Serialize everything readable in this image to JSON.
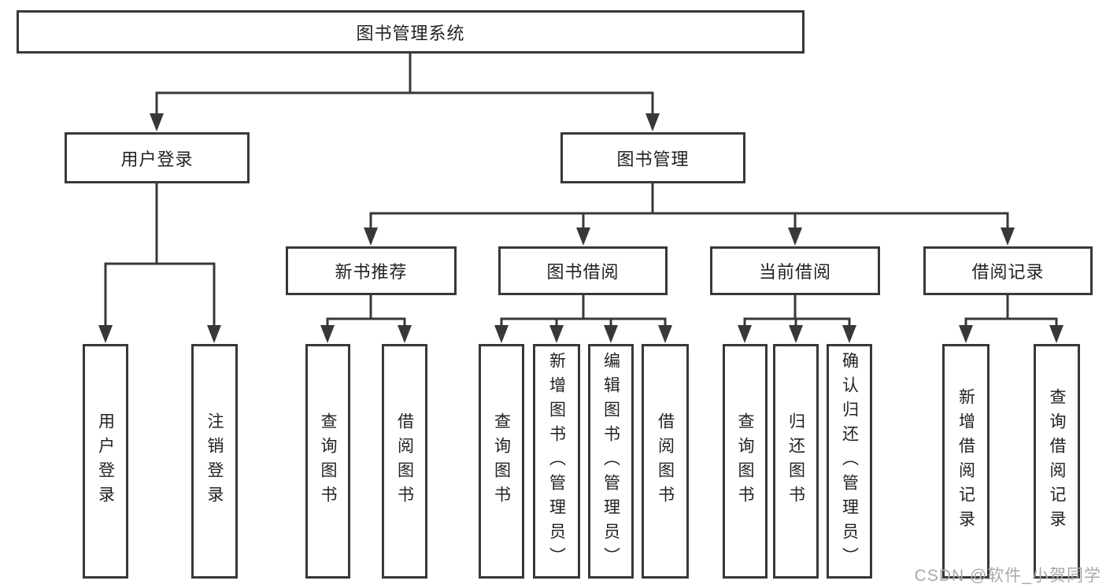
{
  "diagram": {
    "root": {
      "label": "图书管理系统"
    },
    "level2": [
      {
        "label": "用户登录",
        "children": [
          {
            "label": "用户登录"
          },
          {
            "label": "注销登录"
          }
        ]
      },
      {
        "label": "图书管理",
        "children": [
          {
            "label": "新书推荐",
            "children": [
              {
                "label": "查询图书"
              },
              {
                "label": "借阅图书"
              }
            ]
          },
          {
            "label": "图书借阅",
            "children": [
              {
                "label": "查询图书"
              },
              {
                "label": "新增图书（管理员）"
              },
              {
                "label": "编辑图书（管理员）"
              },
              {
                "label": "借阅图书"
              }
            ]
          },
          {
            "label": "当前借阅",
            "children": [
              {
                "label": "查询图书"
              },
              {
                "label": "归还图书"
              },
              {
                "label": "确认归还（管理员）"
              }
            ]
          },
          {
            "label": "借阅记录",
            "children": [
              {
                "label": "新增借阅记录"
              },
              {
                "label": "查询借阅记录"
              }
            ]
          }
        ]
      }
    ]
  },
  "colors": {
    "line": "#383838",
    "text": "#222222",
    "watermark": "#a9a9a9"
  },
  "watermark": {
    "text": "CSDN @软件_小贺同学"
  }
}
